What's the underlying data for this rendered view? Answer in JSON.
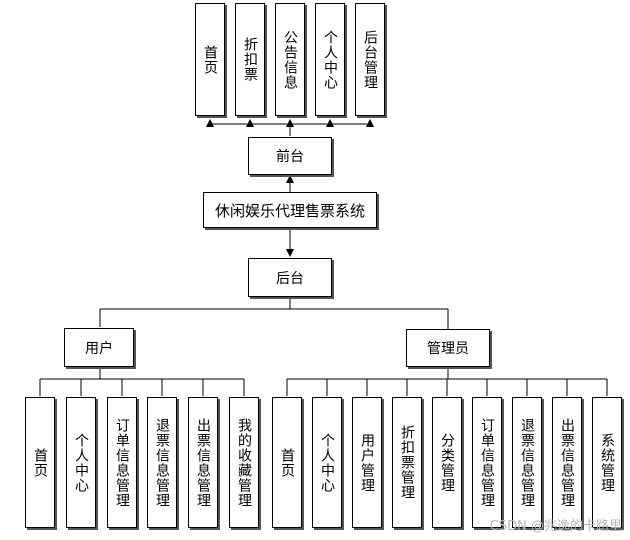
{
  "root": "休闲娱乐代理售票系统",
  "front": {
    "label": "前台",
    "modules": [
      "首页",
      "折扣票",
      "公告信息",
      "个人中心",
      "后台管理"
    ]
  },
  "back": {
    "label": "后台",
    "user": {
      "label": "用户",
      "modules": [
        "首页",
        "个人中心",
        "订单信息管理",
        "退票信息管理",
        "出票信息管理",
        "我的收藏管理"
      ]
    },
    "admin": {
      "label": "管理员",
      "modules": [
        "首页",
        "个人中心",
        "用户管理",
        "折扣票管理",
        "分类管理",
        "订单信息管理",
        "退票信息管理",
        "出票信息管理",
        "系统管理"
      ]
    }
  },
  "watermark": "CSDN @兆逸的卡路里"
}
